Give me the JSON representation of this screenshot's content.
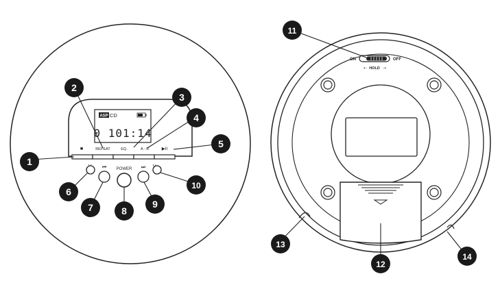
{
  "front": {
    "lcd": {
      "asp_badge": "ASP",
      "cd_label": "CD",
      "time": "0 101:14"
    },
    "buttons": {
      "stop": "■",
      "repeat": "REPEAT",
      "eq": "EQ.",
      "ab": "A - B",
      "play_pause": "▶II",
      "vol_down": "V-",
      "prev": "⏮",
      "power": "POWER",
      "next": "⏭",
      "vol_up": "V+"
    }
  },
  "back": {
    "hold_switch": {
      "on_label": "ON",
      "off_label": "OFF",
      "hold_label": "HOLD"
    }
  },
  "callouts": [
    "1",
    "2",
    "3",
    "4",
    "5",
    "6",
    "7",
    "8",
    "9",
    "10",
    "11",
    "12",
    "13",
    "14"
  ]
}
